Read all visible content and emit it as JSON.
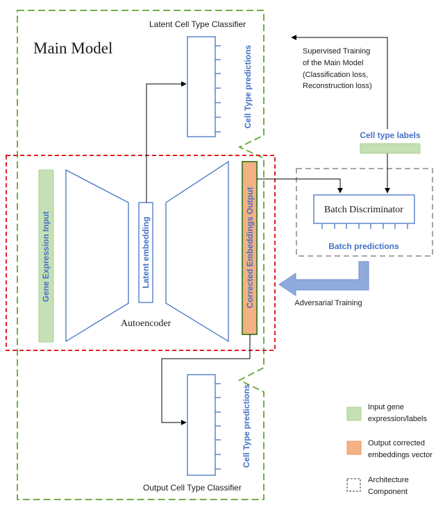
{
  "titles": {
    "main_model": "Main Model",
    "latent_classifier": "Latent Cell Type Classifier",
    "output_classifier": "Output Cell Type Classifier",
    "autoencoder": "Autoencoder",
    "batch_discriminator": "Batch Discriminator"
  },
  "labels": {
    "gene_expression_input": "Gene Expression Input",
    "latent_embedding": "Latent embedding",
    "corrected_embeddings_output": "Corrected Embeddings Output",
    "cell_type_predictions_top": "Cell Type predictions",
    "cell_type_predictions_bottom": "Cell Type predictions",
    "cell_type_labels": "Cell type labels",
    "batch_predictions": "Batch predictions",
    "adversarial_training": "Adversarial Training"
  },
  "supervised_note": {
    "line1": "Supervised Training",
    "line2": "of the Main Model",
    "line3": "(Classification loss,",
    "line4": "Reconstruction loss)"
  },
  "legend": {
    "input": {
      "line1": "Input gene",
      "line2": "expression/labels",
      "color": "#c5e0b4"
    },
    "output": {
      "line1": "Output corrected",
      "line2": "embeddings vector",
      "color": "#f4b183"
    },
    "architecture": {
      "line1": "Architecture",
      "line2": "Component"
    }
  },
  "colors": {
    "green_fill": "#c5e0b4",
    "green_stroke": "#70ad47",
    "orange_fill": "#f4b183",
    "blue": "#4472c4",
    "red_dash": "#e02020",
    "gray_dash": "#a6a6a6",
    "arrow_blue": "#8faadc"
  }
}
